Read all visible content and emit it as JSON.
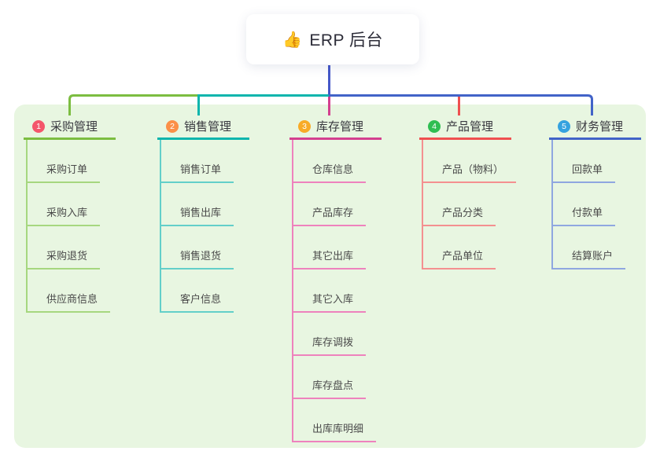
{
  "root": {
    "label": "ERP 后台",
    "emoji": "👍",
    "icon": "thumbs-up-icon"
  },
  "canvas": {
    "page_bg": "#ffffff",
    "panel_bg": "#e8f6e1",
    "root_line_color": "#4558c8",
    "header_text_color": "#38383f",
    "child_text_color": "#4a4a4a",
    "card_bg": "#ffffff"
  },
  "branches": [
    {
      "number": "1",
      "label": "采购管理",
      "colors": {
        "circle": "#f4566b",
        "line": "#7cbd41",
        "light": "#a6d77f"
      },
      "children": [
        "采购订单",
        "采购入库",
        "采购退货",
        "供应商信息"
      ]
    },
    {
      "number": "2",
      "label": "销售管理",
      "colors": {
        "circle": "#fb9048",
        "line": "#0cb5ad",
        "light": "#63cfc9"
      },
      "children": [
        "销售订单",
        "销售出库",
        "销售退货",
        "客户信息"
      ]
    },
    {
      "number": "3",
      "label": "库存管理",
      "colors": {
        "circle": "#f8ab27",
        "line": "#d4408f",
        "light": "#ee82bd"
      },
      "children": [
        "仓库信息",
        "产品库存",
        "其它出库",
        "其它入库",
        "库存调拨",
        "库存盘点",
        "出库库明细"
      ]
    },
    {
      "number": "4",
      "label": "产品管理",
      "colors": {
        "circle": "#2fbe52",
        "line": "#ef5050",
        "light": "#f49090"
      },
      "children": [
        "产品（物料）",
        "产品分类",
        "产品单位"
      ]
    },
    {
      "number": "5",
      "label": "财务管理",
      "colors": {
        "circle": "#35a2df",
        "line": "#4263c8",
        "light": "#8fa7e0"
      },
      "children": [
        "回款单",
        "付款单",
        "结算账户"
      ]
    }
  ]
}
